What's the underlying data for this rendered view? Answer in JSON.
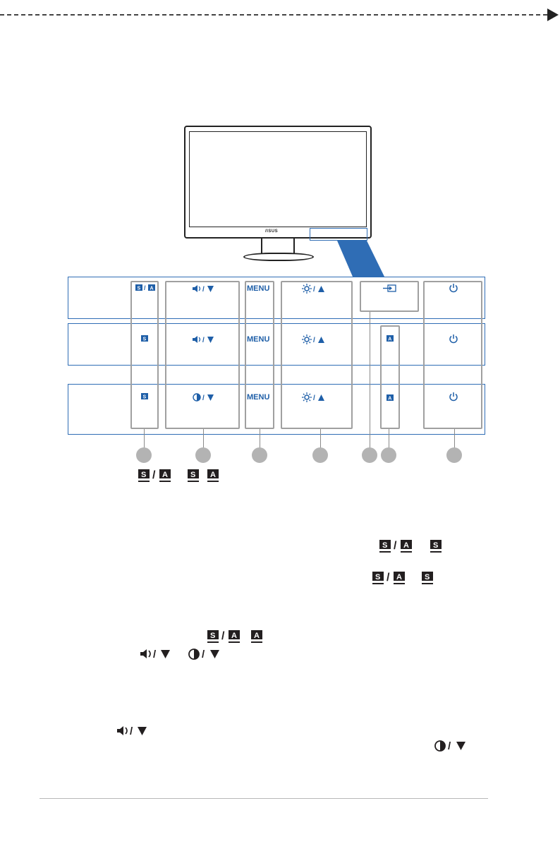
{
  "figure": {
    "monitor_logo": "/ISUS",
    "rows": [
      {
        "row": 1,
        "buttons": [
          {
            "key": "sa",
            "icon": "s-a-mode-icon",
            "label": "/"
          },
          {
            "key": "vol",
            "icon": "volume-icon",
            "label": "/"
          },
          {
            "key": "menu",
            "icon": "",
            "label": "MENU"
          },
          {
            "key": "bright",
            "icon": "brightness-icon",
            "label": "/"
          },
          {
            "key": "input",
            "icon": "input-select-icon",
            "label": ""
          },
          {
            "key": "power",
            "icon": "power-icon",
            "label": ""
          }
        ]
      },
      {
        "row": 2,
        "buttons": [
          {
            "key": "s",
            "icon": "s-mode-icon",
            "label": ""
          },
          {
            "key": "vol",
            "icon": "volume-icon",
            "label": "/"
          },
          {
            "key": "menu",
            "icon": "",
            "label": "MENU"
          },
          {
            "key": "bright",
            "icon": "brightness-icon",
            "label": "/"
          },
          {
            "key": "a",
            "icon": "auto-adjust-icon",
            "label": ""
          },
          {
            "key": "power",
            "icon": "power-icon",
            "label": ""
          }
        ]
      },
      {
        "row": 3,
        "buttons": [
          {
            "key": "s",
            "icon": "s-mode-icon",
            "label": ""
          },
          {
            "key": "contrast",
            "icon": "contrast-icon",
            "label": "/"
          },
          {
            "key": "menu",
            "icon": "",
            "label": "MENU"
          },
          {
            "key": "bright",
            "icon": "brightness-icon",
            "label": "/"
          },
          {
            "key": "a",
            "icon": "auto-adjust-icon",
            "label": ""
          },
          {
            "key": "power",
            "icon": "power-icon",
            "label": ""
          }
        ]
      }
    ],
    "callout_count": 7
  },
  "text_symbols": {
    "slash": "/",
    "menu": "MENU"
  },
  "colors": {
    "accent_blue": "#2f6db5",
    "label_blue": "#1f5fa8",
    "callout_gray": "#b3b3b3",
    "frame_gray": "#a0a0a0"
  }
}
